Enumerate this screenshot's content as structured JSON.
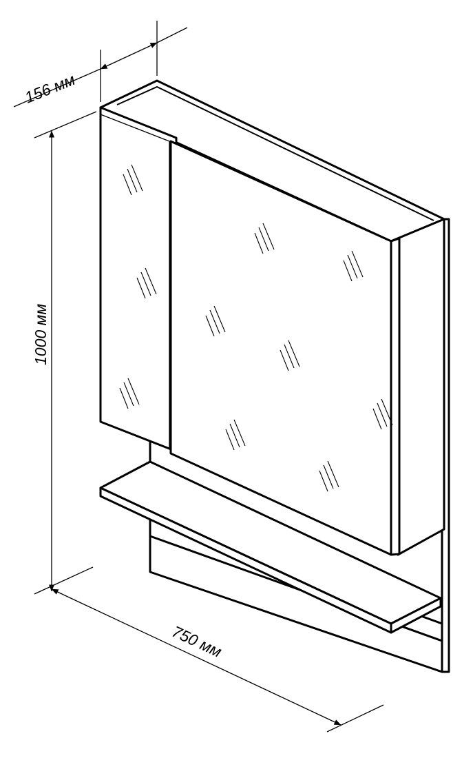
{
  "dimensions": {
    "depth": "156 мм",
    "height": "1000 мм",
    "width": "750 мм"
  },
  "colors": {
    "line": "#000000",
    "background": "#ffffff"
  }
}
